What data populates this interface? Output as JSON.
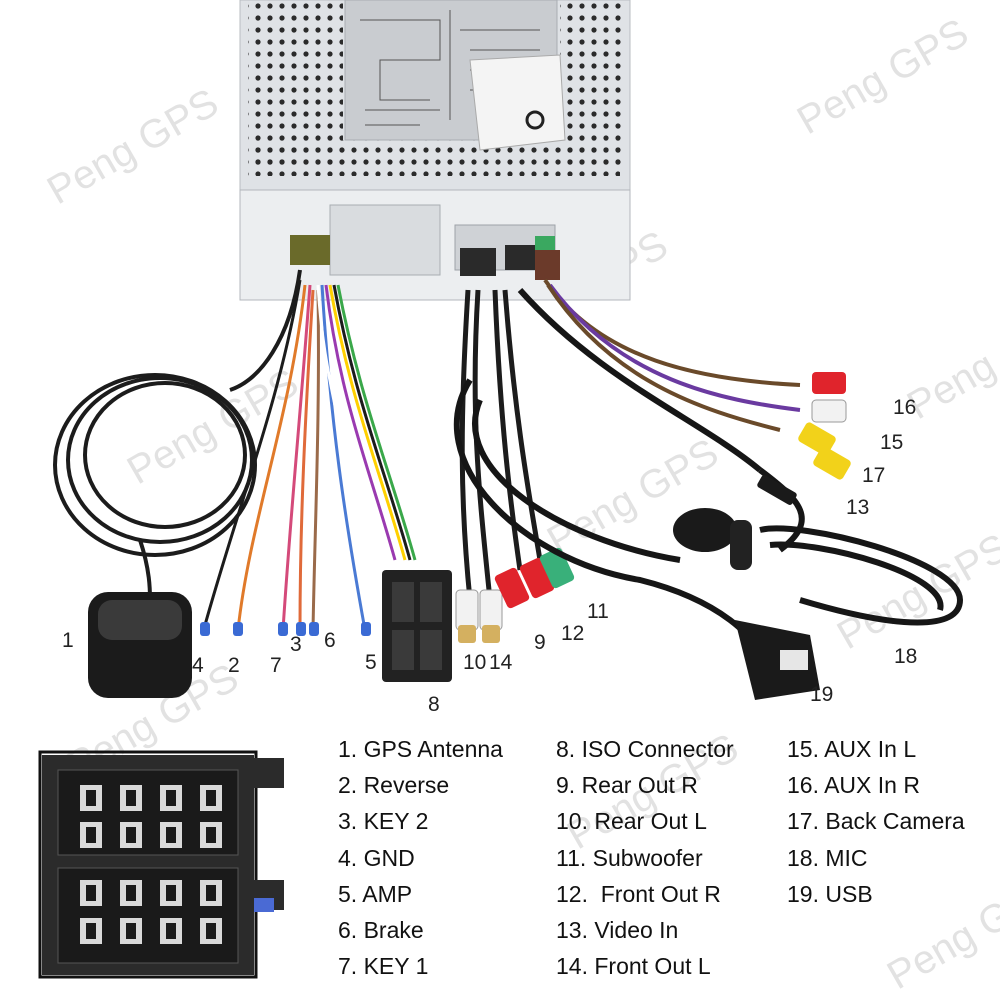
{
  "watermark": {
    "text": "Peng GPS",
    "text_partial": "Peng",
    "text_partial_2": "GPS"
  },
  "callouts": [
    {
      "id": "1",
      "label": "1"
    },
    {
      "id": "2",
      "label": "2"
    },
    {
      "id": "3",
      "label": "3"
    },
    {
      "id": "4",
      "label": "4"
    },
    {
      "id": "5",
      "label": "5"
    },
    {
      "id": "6",
      "label": "6"
    },
    {
      "id": "7",
      "label": "7"
    },
    {
      "id": "8",
      "label": "8"
    },
    {
      "id": "9",
      "label": "9"
    },
    {
      "id": "10",
      "label": "10"
    },
    {
      "id": "11",
      "label": "11"
    },
    {
      "id": "12",
      "label": "12"
    },
    {
      "id": "13",
      "label": "13"
    },
    {
      "id": "14",
      "label": "14"
    },
    {
      "id": "15",
      "label": "15"
    },
    {
      "id": "16",
      "label": "16"
    },
    {
      "id": "17",
      "label": "17"
    },
    {
      "id": "18",
      "label": "18"
    },
    {
      "id": "19",
      "label": "19"
    }
  ],
  "legend": {
    "col1": [
      "1. GPS Antenna",
      "2. Reverse",
      "3. KEY 2",
      "4. GND",
      "5. AMP",
      "6. Brake",
      "7. KEY 1"
    ],
    "col2": [
      "8. ISO Connector",
      "9. Rear Out R",
      "10. Rear Out L",
      "11. Subwoofer",
      "12.  Front Out R",
      "13. Video In",
      "14. Front Out L"
    ],
    "col3": [
      "15. AUX In L",
      "16. AUX In R",
      "17. Back Camera",
      "18. MIC",
      "19. USB"
    ]
  },
  "colors": {
    "cable_black": "#1c1c1c",
    "rca_red": "#e0242c",
    "rca_white": "#f2f2f2",
    "rca_yellow": "#f2d21a",
    "rca_green": "#39b07a",
    "unit_silver": "#dcdfe3",
    "connector_black": "#2a2a2a"
  }
}
